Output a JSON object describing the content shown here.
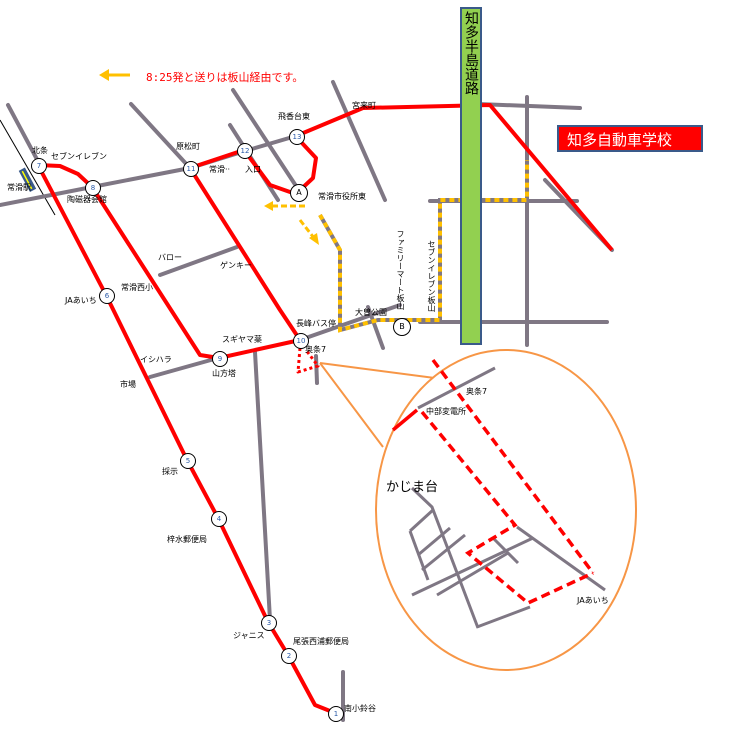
{
  "notice": "8:25発と送りは板山経由です。",
  "school": "知多自動車学校",
  "expressway": "知多半島道路",
  "colors": {
    "route": "#ff0000",
    "road": "#7f7784",
    "detour": "#ffc000",
    "expressway": "#92d050",
    "inset": "#f79646"
  },
  "stops": {
    "s1": "1",
    "s2": "2",
    "s3": "3",
    "s4": "4",
    "s5": "5",
    "s6": "6",
    "s7": "7",
    "s8": "8",
    "s9": "9",
    "s10": "10",
    "s11": "11",
    "s12": "12",
    "s13": "13",
    "A": "A",
    "B": "B"
  },
  "labels": {
    "hojo": "北条",
    "seven1": "セブンイレブン",
    "station": "常滑駅",
    "ceramic": "陶磁器会館",
    "haramatsu": "原松町",
    "entrance1": "常滑··",
    "entrance2": "入口",
    "hiko": "飛香台東",
    "miyaki": "宮来町",
    "cityhall": "常滑市役所東",
    "family": "ファミリーマート板山",
    "seven2": "セブンイレブン板山",
    "baro": "バロー",
    "genky": "ゲンキー",
    "nishisho": "常滑西小",
    "ja1": "JAあいち",
    "oso": "大曽公園",
    "nagamine": "長峰バス停",
    "sugiyama": "スギヤマ薬",
    "okujo": "奥条7",
    "ishihara": "イシハラ",
    "yamakata": "山方塔",
    "ichiba": "市場",
    "saiji": "採示",
    "azusa": "梓水郵便局",
    "janis": "ジャニス",
    "owari": "尾張西浦郵便局",
    "minami": "南小鈴谷",
    "inset_okujo": "奥条7",
    "inset_substation": "中部変電所",
    "inset_kajima": "かじま台",
    "inset_ja": "JAあいち"
  }
}
